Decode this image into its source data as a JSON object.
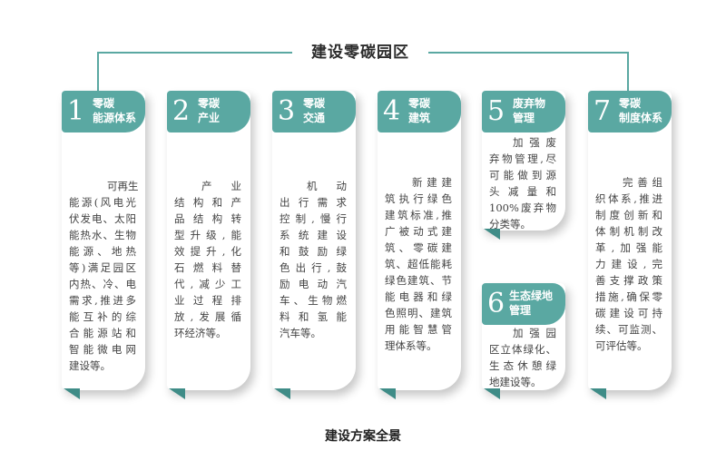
{
  "title": "建设零碳园区",
  "caption": "建设方案全景",
  "colors": {
    "header": "#5aa8a2",
    "fold": "#3f8c87",
    "connector": "#5aa8a2"
  },
  "cards": [
    {
      "num": "1",
      "title": "零碳\n能源体系",
      "lines": [
        "可再生",
        "能源(风电光",
        "伏发电、太阳",
        "能热水、生物",
        "能源、地热",
        "等)满足园区",
        "内热、冷、电",
        "需求,推进多",
        "能互补的综",
        "合能源站和",
        "智能微电网",
        "建设等。"
      ]
    },
    {
      "num": "2",
      "title": "零碳\n产业",
      "lines": [
        "产业",
        "结构和产",
        "品结构转",
        "型升级,能",
        "效提升,化",
        "石燃料替",
        "代,减少工",
        "业过程排",
        "放,发展循",
        "环经济等。"
      ]
    },
    {
      "num": "3",
      "title": "零碳\n交通",
      "lines": [
        "机动",
        "出行需求",
        "控制,慢行",
        "系统建设",
        "和鼓励绿",
        "色出行,鼓",
        "励电动汽",
        "车、生物燃",
        "料和氢能",
        "汽车等。"
      ]
    },
    {
      "num": "4",
      "title": "零碳\n建筑",
      "lines": [
        "新建建",
        "筑执行绿色",
        "建筑标准,推",
        "广被动式建",
        "筑、零碳建",
        "筑、超低能耗",
        "绿色建筑、节",
        "能电器和绿",
        "色照明、建筑",
        "用能智慧管",
        "理体系等。"
      ]
    },
    {
      "num": "5",
      "title": "废弃物\n管理",
      "lines": [
        "加强废",
        "弃物管理,尽",
        "可能做到源",
        "头减量和",
        "100%废弃物",
        "分类等。"
      ]
    },
    {
      "num": "6",
      "title": "生态绿地\n管理",
      "lines": [
        "加强园",
        "区立体绿化、",
        "生态休憩绿",
        "地建设等。"
      ]
    },
    {
      "num": "7",
      "title": "零碳\n制度体系",
      "lines": [
        "完善组",
        "织体系,推进",
        "制度创新和",
        "体制机制改",
        "革,加强能",
        "力建设,完",
        "善支撑政策",
        "措施,确保零",
        "碳建设可持",
        "续、可监测、",
        "可评估等。"
      ]
    }
  ]
}
